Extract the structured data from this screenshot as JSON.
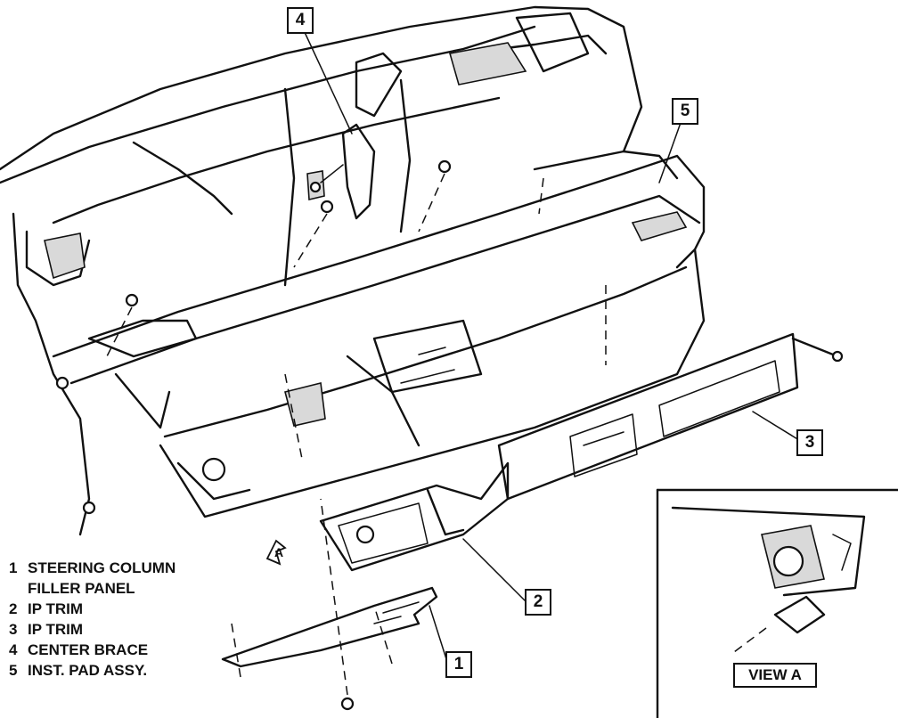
{
  "callouts": {
    "c1": "1",
    "c2": "2",
    "c3": "3",
    "c4": "4",
    "c5": "5"
  },
  "legend": [
    {
      "num": "1",
      "label": "STEERING COLUMN",
      "cont": "FILLER PANEL"
    },
    {
      "num": "2",
      "label": "IP TRIM"
    },
    {
      "num": "3",
      "label": "IP TRIM"
    },
    {
      "num": "4",
      "label": "CENTER BRACE"
    },
    {
      "num": "5",
      "label": "INST. PAD ASSY."
    }
  ],
  "view": {
    "tag": "VIEW A",
    "arrow_letter": "A"
  }
}
